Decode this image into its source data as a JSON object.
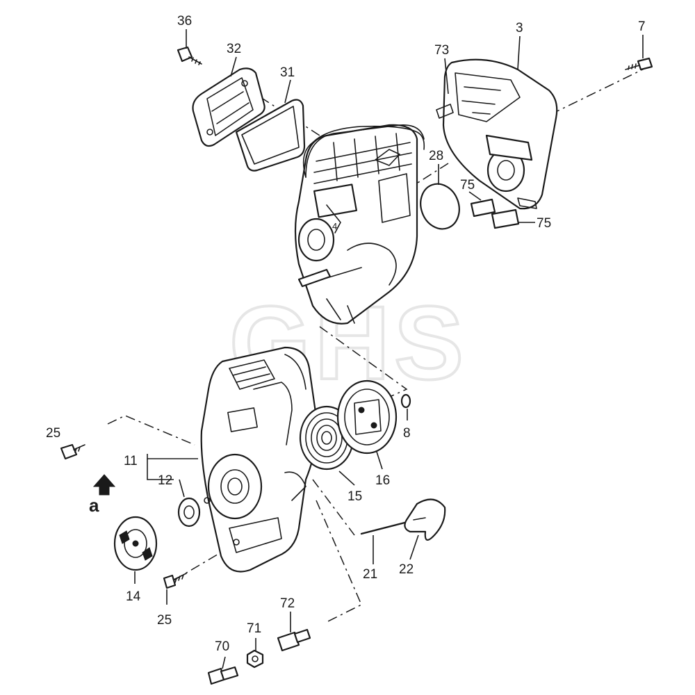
{
  "watermark": "GHS",
  "view_marker": "a",
  "callouts": {
    "p36": "36",
    "p32": "32",
    "p31": "31",
    "p73": "73",
    "p3": "3",
    "p7": "7",
    "p28": "28",
    "p75a": "75",
    "p75b": "75",
    "p25a": "25",
    "p11": "11",
    "p12": "12",
    "p14": "14",
    "p25b": "25",
    "p15": "15",
    "p16": "16",
    "p8": "8",
    "p21": "21",
    "p22": "22",
    "p70": "70",
    "p71": "71",
    "p72": "72"
  }
}
